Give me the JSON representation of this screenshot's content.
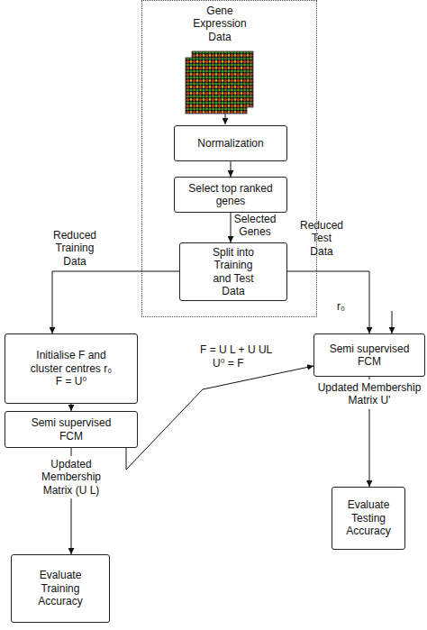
{
  "diagram": {
    "nodes": [
      {
        "text": [
          "Gene Expression Data"
        ]
      },
      {
        "text": [
          "Normalization"
        ],
        "in": 0
      },
      {
        "text": [
          "Select top ranked genes"
        ],
        "in": 0
      },
      {
        "text": [
          "Split into Training and Test Data"
        ],
        "in": 0
      },
      {
        "text": [
          "Initialise F and cluster centres r₀",
          "F = U⁰"
        ]
      },
      {
        "text": [
          "Semi supervised FCM"
        ]
      },
      {
        "text": [
          "Semi supervised FCM"
        ]
      },
      {
        "text": [
          "Evaluate Training Accuracy"
        ]
      },
      {
        "text": [
          "Evaluate Testing Accuracy"
        ]
      }
    ],
    "edges": [
      {
        "from": 1,
        "to": 2,
        "arrow": "to"
      },
      {
        "from": 2,
        "to": 3,
        "label": "Selected Genes",
        "arrow": "to"
      },
      {
        "from": 3,
        "to": 4,
        "label": "Reduced Training Data",
        "arrow": "to"
      },
      {
        "from": 3,
        "to": 6,
        "label": "Reduced Test Data",
        "arrow": "to"
      },
      {
        "from": 4,
        "to": 5,
        "arrow": "to"
      },
      {
        "from": 5,
        "to": 7,
        "label": "Updated Membership Matrix (U L)",
        "arrow": "to"
      },
      {
        "from": 5,
        "to": 6,
        "arrow": "to"
      },
      {
        "from": 6,
        "to": 8,
        "label": "Updated Membership Matrix U'",
        "arrow": "to"
      }
    ],
    "labels": [
      "r₀",
      "F = U L + U UL",
      "U⁰ = F"
    ]
  }
}
